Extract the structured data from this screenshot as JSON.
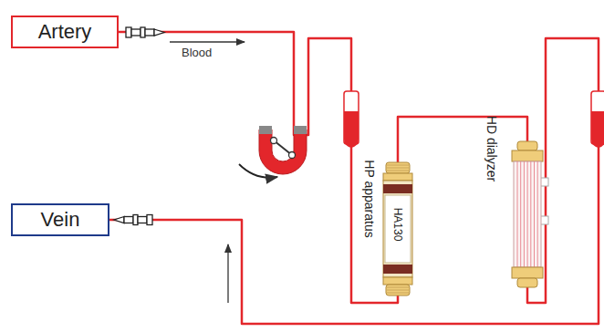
{
  "diagram": {
    "nodes": [
      {
        "text": [
          "Artery"
        ]
      },
      {
        "text": [
          "HP apparatus",
          "HA130"
        ]
      },
      {
        "text": [
          "HD dialyzer"
        ]
      },
      {
        "text": [
          "Vein"
        ]
      }
    ],
    "edges": [
      {
        "from": 0,
        "to": 1,
        "arrow": "none"
      },
      {
        "from": 1,
        "to": 2,
        "arrow": "none"
      },
      {
        "from": 2,
        "to": 3,
        "arrow": "none"
      }
    ],
    "labels": [
      "Blood"
    ]
  }
}
